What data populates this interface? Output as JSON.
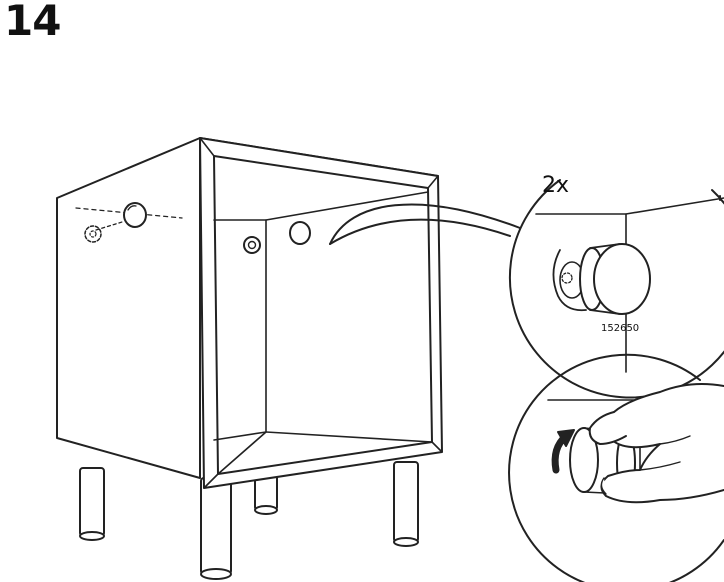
{
  "step": {
    "number": "14"
  },
  "detail": {
    "quantity": "2x",
    "part_number": "152650"
  },
  "colors": {
    "line": "#222222",
    "paper": "#ffffff",
    "shade": "#e9e9e9",
    "arrow": "#222222"
  },
  "icons": [
    "cabinet-illustration",
    "leg-icon",
    "peg-icon",
    "magnifier-callout",
    "hand-icon",
    "rotate-arrow-icon"
  ]
}
